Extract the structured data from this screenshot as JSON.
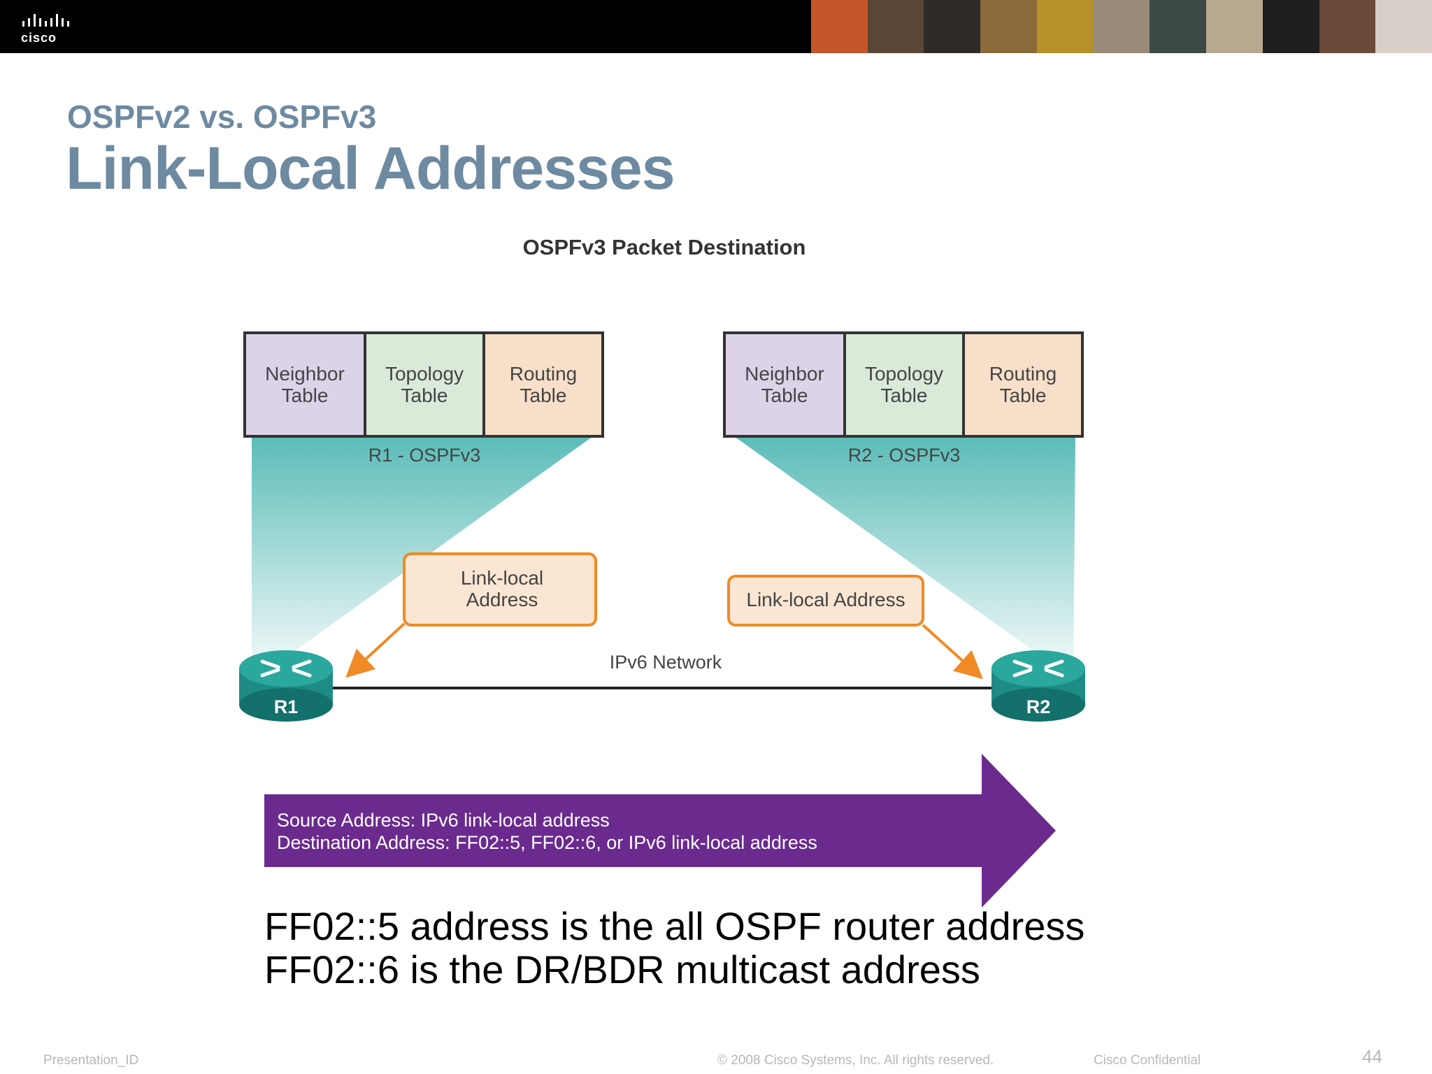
{
  "header": {
    "logo_text": "cisco",
    "subtitle": "OSPFv2 vs. OSPFv3",
    "title": "Link-Local Addresses"
  },
  "diagram": {
    "title": "OSPFv3 Packet Destination",
    "r1": {
      "tables": [
        {
          "line1": "Neighbor",
          "line2": "Table",
          "color": "#ddd3e8"
        },
        {
          "line1": "Topology",
          "line2": "Table",
          "color": "#d9ead9"
        },
        {
          "line1": "Routing",
          "line2": "Table",
          "color": "#f7dfc9"
        }
      ],
      "label": "R1 - OSPFv3",
      "router_label": "R1",
      "callout_line1": "Link-local",
      "callout_line2": "Address"
    },
    "r2": {
      "tables": [
        {
          "line1": "Neighbor",
          "line2": "Table",
          "color": "#ddd3e8"
        },
        {
          "line1": "Topology",
          "line2": "Table",
          "color": "#d9ead9"
        },
        {
          "line1": "Routing",
          "line2": "Table",
          "color": "#f7dfc9"
        }
      ],
      "label": "R2 - OSPFv3",
      "router_label": "R2",
      "callout": "Link-local Address"
    },
    "network_label": "IPv6 Network",
    "arrow": {
      "line1": "Source Address: IPv6 link-local address",
      "line2": "Destination Address: FF02::5, FF02::6, or IPv6 link-local address"
    },
    "colors": {
      "teal": "#5bbcb8",
      "router": "#1e8c84",
      "orange": "#f08a24",
      "purple": "#6a2a8e",
      "table_border": "#333333"
    }
  },
  "notes": [
    "FF02::5 address is the all OSPF router address",
    "FF02::6 is the DR/BDR multicast address"
  ],
  "footer": {
    "presentation_id": "Presentation_ID",
    "copyright": "© 2008 Cisco Systems, Inc. All rights reserved.",
    "confidential": "Cisco Confidential",
    "page": "44"
  }
}
